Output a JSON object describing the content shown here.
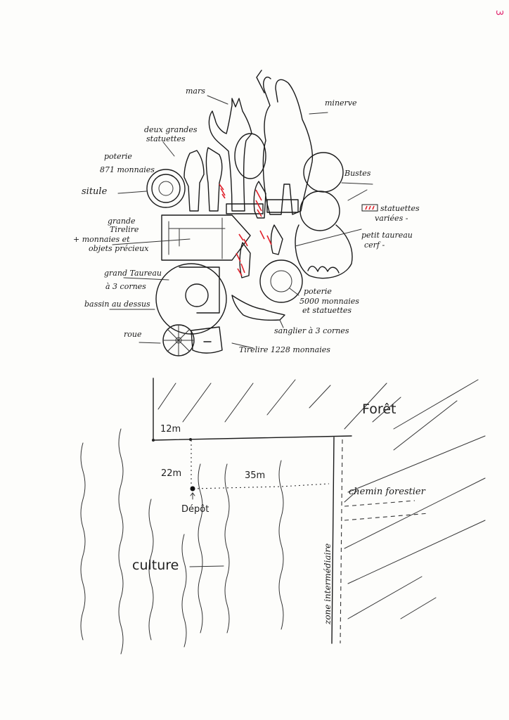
{
  "page_number": "3",
  "colors": {
    "ink": "#1a1a1a",
    "red_marks": "#e0202a",
    "paper": "#fdfdfb"
  },
  "deposit_sketch": {
    "labels": {
      "mars": "mars",
      "minerve": "minerve",
      "deux_grandes_statuettes": [
        "deux grandes",
        "statuettes"
      ],
      "poterie_871": [
        "poterie",
        "871 monnaies"
      ],
      "situle": "situle",
      "bustes": "Bustes",
      "statuettes_variees": [
        "statuettes",
        "variées -"
      ],
      "petit_taureau": [
        "petit taureau",
        "cerf -"
      ],
      "grande_tirelire": [
        "grande",
        "Tirelire",
        "+ monnaies et",
        "objets précieux"
      ],
      "grand_taureau": [
        "grand Taureau",
        "à 3 cornes"
      ],
      "bassin": "bassin au dessus",
      "roue": "roue",
      "poterie_5000": [
        "poterie",
        "5000 monnaies",
        "et statuettes"
      ],
      "sanglier": "sanglier à 3 cornes",
      "tirelire_1228": "Tirelire 1228 monnaies"
    }
  },
  "site_plan": {
    "labels": {
      "foret": "Forêt",
      "dist_12": "12m",
      "dist_22": "22m",
      "dist_35": "35m",
      "depot": "Dépôt",
      "chemin": "chemin forestier",
      "culture": "culture",
      "zone": "zone intermédiaire"
    }
  }
}
